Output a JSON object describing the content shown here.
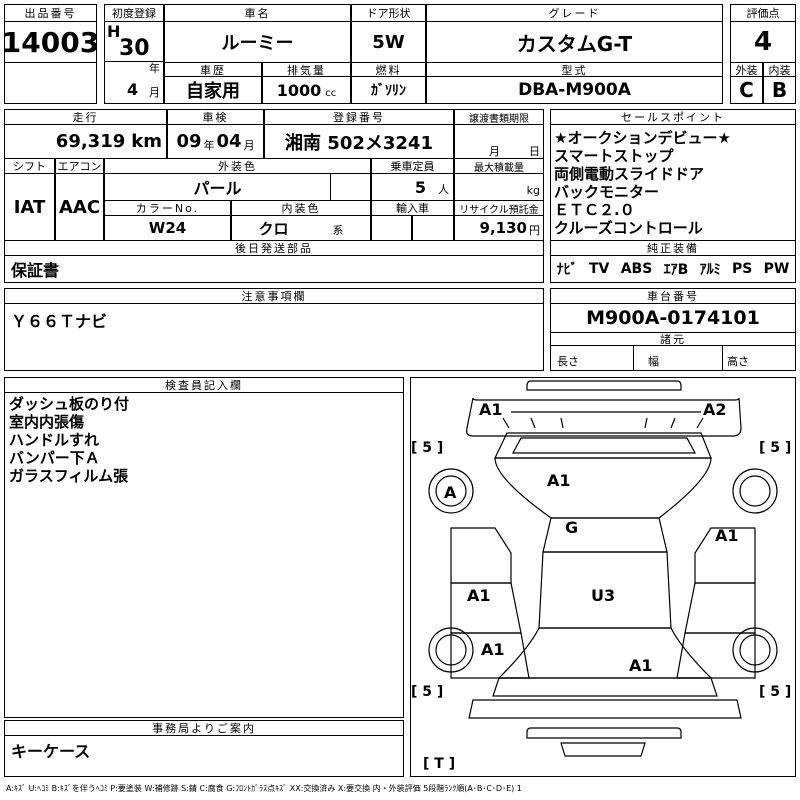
{
  "header": {
    "lot_label": "出品番号",
    "lot": "14003",
    "reg_label": "初度登録",
    "era": "H",
    "year": "30",
    "year_unit": "年",
    "month": "4",
    "month_unit": "月",
    "history_label": "車歴",
    "history": "自家用",
    "car_name_label": "車名",
    "car_name": "ルーミー",
    "door_label": "ドア形状",
    "door": "5W",
    "grade_label": "グレード",
    "grade": "カスタムG-T",
    "score_label": "評価点",
    "score": "4",
    "displacement_label": "排気量",
    "displacement": "1000",
    "cc": "cc",
    "fuel_label": "燃料",
    "fuel": "ｶﾞｿﾘﾝ",
    "model_label": "型式",
    "model": "DBA-M900A",
    "ext_label": "外装",
    "ext": "C",
    "int_label": "内装",
    "int": "B"
  },
  "row2": {
    "mileage_label": "走行",
    "mileage": "69,319",
    "km": "km",
    "inspection_label": "車検",
    "insp_year": "09",
    "insp_year_unit": "年",
    "insp_month": "04",
    "insp_month_unit": "月",
    "plate_label": "登録番号",
    "plate": "湘南 502メ3241",
    "transfer_label": "譲渡書類期限",
    "transfer_month": "月",
    "transfer_day": "日",
    "shift_label": "シフト",
    "shift": "IAT",
    "ac_label": "エアコン",
    "ac": "AAC",
    "color_label": "外装色",
    "color": "パール",
    "seats_label": "乗車定員",
    "seats": "5",
    "seats_unit": "人",
    "load_label": "最大積載量",
    "load_unit": "kg",
    "color_no_label": "カラーNo.",
    "color_no": "W24",
    "int_color_label": "内装色",
    "int_color": "クロ",
    "int_color_unit": "系",
    "import_label": "輸入車",
    "recycle_label": "リサイクル預託金",
    "recycle": "9,130",
    "yen": "円"
  },
  "sales_points": {
    "label": "セールスポイント",
    "items": [
      "★オークションデビュー★",
      "スマートストップ",
      "両側電動スライドドア",
      "バックモニター",
      "ＥＴＣ２.０",
      "クルーズコントロール"
    ]
  },
  "equipment": {
    "label": "純正装備",
    "items": [
      "ﾅﾋﾞ",
      "TV",
      "ABS",
      "ｴｱB",
      "ｱﾙﾐ",
      "PS",
      "PW"
    ]
  },
  "later_items": {
    "label": "後日発送部品",
    "value": "保証書"
  },
  "notes": {
    "label": "注意事項欄",
    "value": "Ｙ６６Ｔナビ"
  },
  "chassis": {
    "label": "車台番号",
    "value": "M900A-0174101",
    "dims_label": "諸元",
    "length": "長さ",
    "width": "幅",
    "height": "高さ"
  },
  "inspector": {
    "label": "検査員記入欄",
    "lines": [
      "ダッシュ板のり付",
      "室内内張傷",
      "ハンドルすれ",
      "バンパー下Ａ",
      "ガラスフィルム張"
    ]
  },
  "office": {
    "label": "事務局よりご案内",
    "value": "キーケース"
  },
  "diagram": {
    "marks": [
      "A1",
      "A2",
      "A1",
      "A",
      "G",
      "A1",
      "A1",
      "U3",
      "A1",
      "A1"
    ],
    "tire_fl": "[ 5 ]",
    "tire_fr": "[ 5 ]",
    "tire_rl": "[ 5 ]",
    "tire_rr": "[ 5 ]",
    "spare": "[ T ]"
  },
  "legend": "A:ｷｽﾞ U:ﾍｺﾐ B:ｷｽﾞを伴うﾍｺﾐ P:要塗装 W:補修跡 S:錆 C:腐食 G:ﾌﾛﾝﾄｶﾞﾗｽ点ｷｽﾞ XX:交換済み X:要交換 内・外装評価 5段階ﾗﾝｸ順(A･B･C･D･E) 1"
}
